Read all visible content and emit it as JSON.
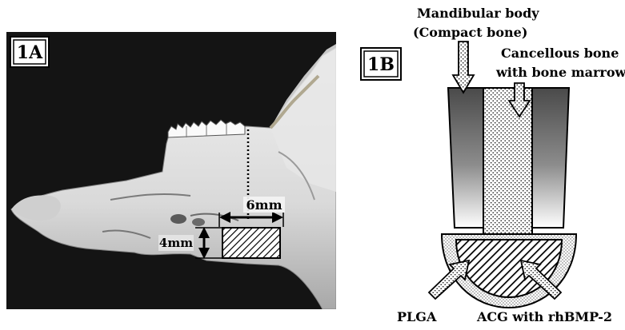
{
  "panel_a": {
    "label": "1A",
    "dimensions": {
      "width_label": "6mm",
      "height_label": "4mm"
    }
  },
  "panel_b": {
    "label": "1B",
    "annotations": {
      "mandibular_body_line1": "Mandibular body",
      "mandibular_body_line2": "(Compact bone)",
      "cancellous_line1": "Cancellous bone",
      "cancellous_line2": "with bone marrow",
      "plga": "PLGA",
      "acg": "ACG with rhBMP-2"
    }
  }
}
